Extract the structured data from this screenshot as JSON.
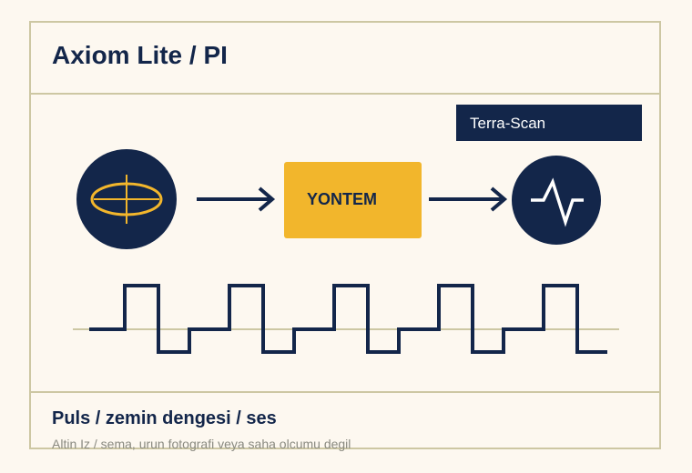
{
  "header": {
    "title": "Axiom Lite / PI"
  },
  "diagram": {
    "output_label": "Terra-Scan",
    "processor_label": "YONTEM",
    "source_icon": "ellipse-crosshair-icon",
    "arrow_icon": "arrow-right-icon",
    "output_icon": "pulse-wave-icon",
    "signal": "square-pulse-train"
  },
  "footer": {
    "title": "Puls / zemin dengesi / ses",
    "subtitle": "Altin Iz / sema, urun fotografi veya saha olcumu degil"
  },
  "colors": {
    "navy": "#13264a",
    "gold": "#f2b62c",
    "border": "#cdc7a3",
    "background": "#fdf8f0",
    "baseline": "#cdc7a3"
  }
}
